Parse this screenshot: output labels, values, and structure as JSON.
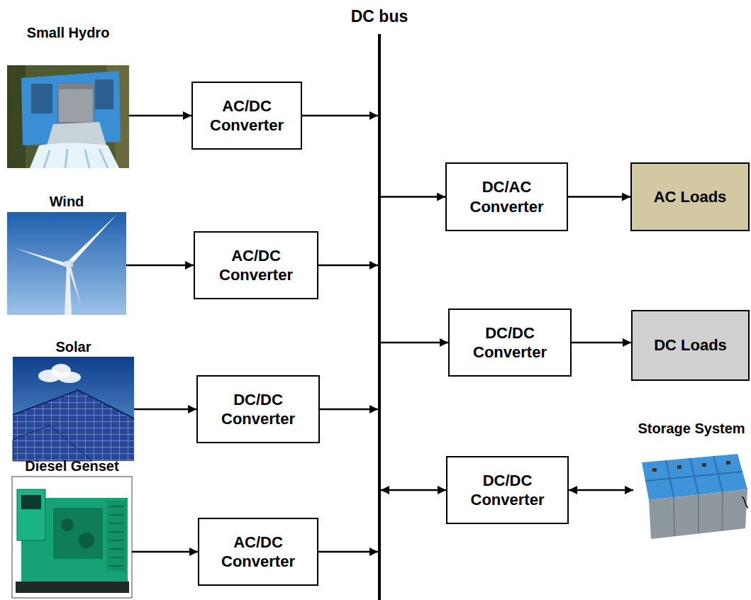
{
  "diagram": {
    "nodes": [
      {
        "text": [
          "DC bus"
        ]
      },
      {
        "text": [
          "Small Hydro"
        ]
      },
      {
        "text": [
          "AC/DC Converter"
        ]
      },
      {
        "text": [
          "Wind"
        ]
      },
      {
        "text": [
          "AC/DC Converter"
        ]
      },
      {
        "text": [
          "Solar"
        ]
      },
      {
        "text": [
          "DC/DC Converter"
        ]
      },
      {
        "text": [
          "Diesel Genset"
        ]
      },
      {
        "text": [
          "AC/DC Converter"
        ]
      },
      {
        "text": [
          "DC/AC Converter"
        ]
      },
      {
        "text": [
          "AC Loads"
        ]
      },
      {
        "text": [
          "DC/DC Converter"
        ]
      },
      {
        "text": [
          "DC Loads"
        ]
      },
      {
        "text": [
          "DC/DC Converter"
        ]
      },
      {
        "text": [
          "Storage System"
        ]
      }
    ],
    "edges": [
      {
        "from": 1,
        "to": 2,
        "arrow": "to"
      },
      {
        "from": 2,
        "to": 0,
        "arrow": "to"
      },
      {
        "from": 3,
        "to": 4,
        "arrow": "to"
      },
      {
        "from": 4,
        "to": 0,
        "arrow": "to"
      },
      {
        "from": 5,
        "to": 6,
        "arrow": "to"
      },
      {
        "from": 6,
        "to": 0,
        "arrow": "to"
      },
      {
        "from": 7,
        "to": 8,
        "arrow": "to"
      },
      {
        "from": 8,
        "to": 0,
        "arrow": "to"
      },
      {
        "from": 0,
        "to": 9,
        "arrow": "to"
      },
      {
        "from": 9,
        "to": 10,
        "arrow": "to"
      },
      {
        "from": 0,
        "to": 11,
        "arrow": "to"
      },
      {
        "from": 11,
        "to": 12,
        "arrow": "to"
      },
      {
        "from": 0,
        "to": 13,
        "arrow": "both"
      },
      {
        "from": 13,
        "to": 14,
        "arrow": "both"
      }
    ]
  }
}
